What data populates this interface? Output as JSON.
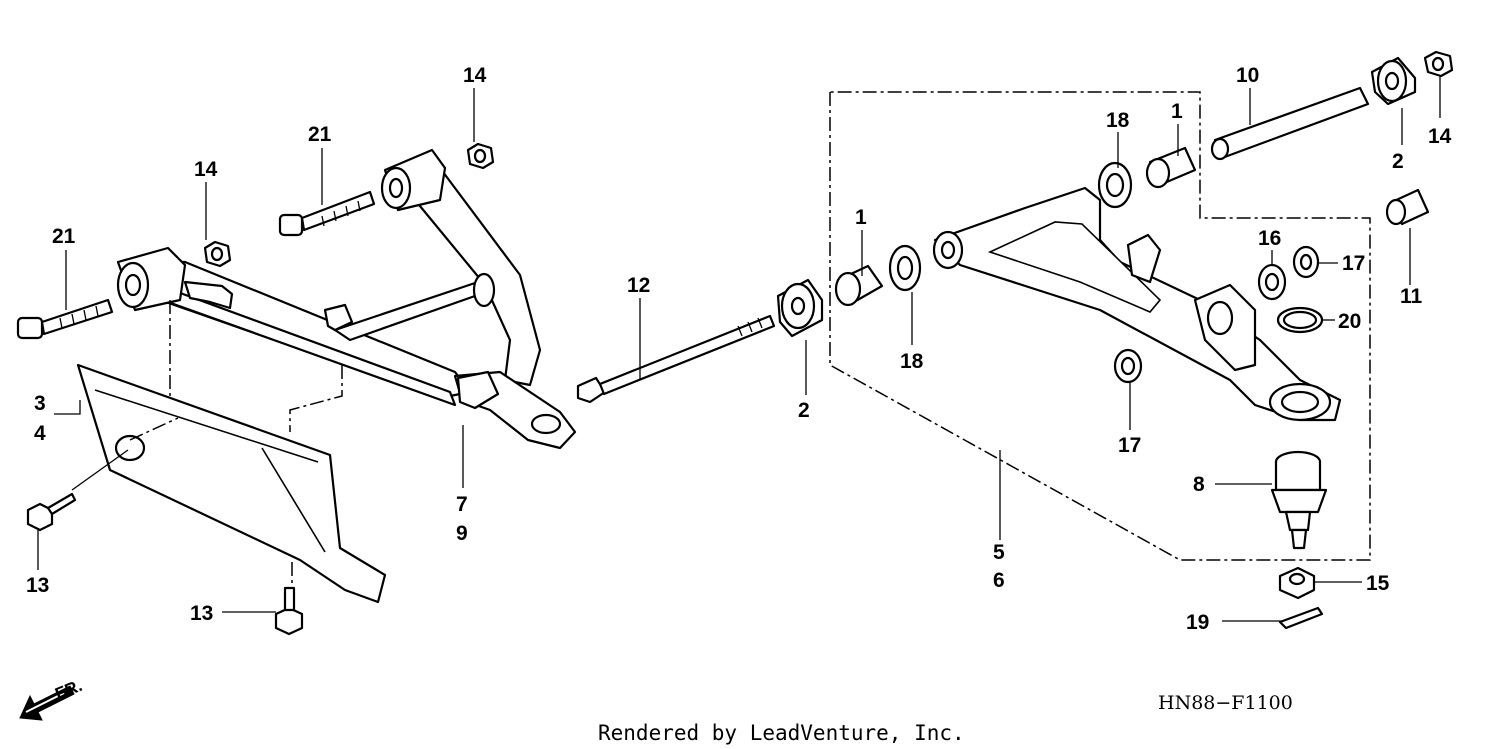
{
  "diagram": {
    "callouts": {
      "c1a": "1",
      "c1b": "1",
      "c2a": "2",
      "c2b": "2",
      "c3": "3",
      "c4": "4",
      "c5": "5",
      "c6": "6",
      "c7": "7",
      "c9": "9",
      "c8": "8",
      "c10": "10",
      "c11": "11",
      "c12": "12",
      "c13a": "13",
      "c13b": "13",
      "c14a": "14",
      "c14b": "14",
      "c14c": "14",
      "c15": "15",
      "c16": "16",
      "c17a": "17",
      "c17b": "17",
      "c18a": "18",
      "c18b": "18",
      "c19": "19",
      "c20": "20",
      "c21a": "21",
      "c21b": "21"
    },
    "diagram_code": "HN88−F1100",
    "direction_label": "FR.",
    "footer": "Rendered by LeadVenture, Inc."
  }
}
